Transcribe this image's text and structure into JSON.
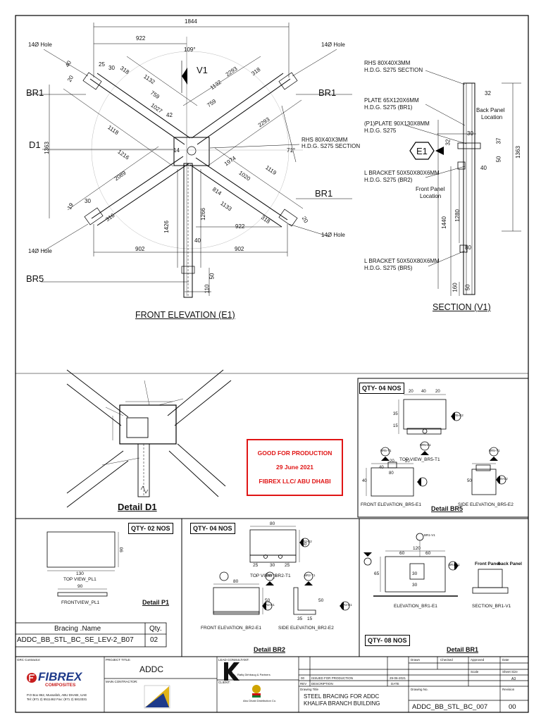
{
  "front_elevation": {
    "title": "FRONT ELEVATION (E1)",
    "view_marker": "V1",
    "labels": {
      "br1_a": "BR1",
      "br1_b": "BR1",
      "br1_c": "BR1",
      "br5": "BR5",
      "d1": "D1"
    },
    "holes": [
      "14Ø Hole",
      "14Ø Hole",
      "14Ø Hole",
      "14Ø Hole"
    ],
    "rhs_note": [
      "RHS 80X40X3MM",
      "H.D.G. S275 SECTION"
    ],
    "dims": [
      "1844",
      "922",
      "109°",
      "1132",
      "1132",
      "2293",
      "759",
      "759",
      "1027",
      "42",
      "318",
      "318",
      "25",
      "30",
      "40",
      "20",
      "1118",
      "1216",
      "1363",
      "14",
      "1974",
      "2293",
      "71°",
      "1020",
      "1119",
      "2089",
      "814",
      "1133",
      "316",
      "318",
      "19",
      "20",
      "30",
      "922",
      "1426",
      "1266",
      "40",
      "902",
      "902",
      "50",
      "110"
    ]
  },
  "section": {
    "title": "SECTION (V1)",
    "marker": "E1",
    "notes": [
      [
        "RHS 80X40X3MM",
        "H.D.G. S275 SECTION"
      ],
      [
        "PLATE 65X120X6MM",
        "H.D.G. S275 (BR1)"
      ],
      [
        "(P1)PLATE 90X130X8MM",
        "H.D.G. S275"
      ],
      [
        "L BRACKET 50X50X80X6MM",
        "H.D.G. S275 (BR2)"
      ],
      [
        "L BRACKET 50X50X80X6MM",
        "H.D.G. S275 (BR5)"
      ]
    ],
    "back_panel": [
      "Back Panel",
      "Location"
    ],
    "front_panel": [
      "Front Panel",
      "Location"
    ],
    "dims": [
      "32",
      "30",
      "32",
      "37",
      "50",
      "40",
      "1363",
      "1440",
      "1280",
      "80",
      "160",
      "50"
    ]
  },
  "detail_d1": {
    "title": "Detail D1"
  },
  "stamp": {
    "line1": "GOOD FOR PRODUCTION",
    "line2": "29 June 2021",
    "line3": "FIBREX LLC/ ABU DHABI"
  },
  "detail_br5": {
    "qty": "QTY- 04 NOS",
    "title": "Detail BR5",
    "views": [
      "TOP VIEW_BR5-T1",
      "FRONT ELEVATION_BR5-E1",
      "SIDE ELEVATION_BR5-E2"
    ],
    "markers": [
      "BR5-T1",
      "BR5-E1",
      "BR5-E2",
      "BR5-E2",
      "BR5-T1"
    ],
    "dims": [
      "20",
      "40",
      "20",
      "35",
      "15",
      "40",
      "25",
      "10",
      "40",
      "20",
      "80",
      "20",
      "40",
      "50"
    ]
  },
  "detail_p1": {
    "qty": "QTY- 02 NOS",
    "title": "Detail P1",
    "views": [
      "TOP VIEW_PL1",
      "FRONTVIEW_PL1"
    ],
    "dims": [
      "130",
      "90",
      "90"
    ]
  },
  "detail_br2": {
    "qty": "QTY- 04 NOS",
    "title": "Detail BR2",
    "views": [
      "TOP VIEW_BR2-T1",
      "FRONT ELEVATION_BR2-E1",
      "SIDE ELEVATION_BR2-E2"
    ],
    "markers": [
      "BR2-E2",
      "BR2-T1",
      "BR2-E1",
      "BR2-T1",
      "BR2-E1"
    ],
    "dims": [
      "80",
      "50",
      "25",
      "30",
      "25",
      "30",
      "80",
      "50",
      "35",
      "15",
      "50"
    ]
  },
  "detail_br1": {
    "qty": "QTY- 08 NOS",
    "title": "Detail BR1",
    "views": [
      "ELEVATION_BR1-E1",
      "SECTION_BR1-V1"
    ],
    "markers": [
      "BR1-V1",
      "BR1-E1"
    ],
    "panel_labels": [
      "Front Panel",
      "back Panel"
    ],
    "dims": [
      "120",
      "60",
      "60",
      "65",
      "30",
      "30"
    ]
  },
  "bracing_table": {
    "headers": [
      "Bracing .Name",
      "Qty."
    ],
    "rows": [
      [
        "ADDC_BB_STL_BC_SE_LEV-2_B07",
        "02"
      ]
    ]
  },
  "title_block": {
    "project_title_label": "PROJECT TITLE:",
    "project": "ADDC",
    "main_contractor_label": "MAIN CONTRACTOR:",
    "client_label": "CLIENT:",
    "lead_consultant_label": "LEAD CONSULTANT:",
    "grc_contractor_label": "GRC Contractor:",
    "company": "FIBREX",
    "company_sub": "COMPOSITES",
    "address": [
      "P.O Box 862, Mussafah, ABU DHABI, UAE",
      "Tel: (971 2) 5511462     Fax: (971 2) 5813331"
    ],
    "consultant_name": "Rafiq Dirhbaug & Partners",
    "client_name": "Abu Dhabi Distribution Co.",
    "revisions": [
      [
        "00",
        "ISSUED FOR PRODUCTION",
        "29-06-2021"
      ]
    ],
    "rev_headers": [
      "REV",
      "DESCRIPTION",
      "DATE"
    ],
    "fields": [
      "Drawn",
      "Checked",
      "Approved",
      "Date",
      "Scale",
      "Sheet Size",
      "A3",
      "Drawing No.",
      "Revision"
    ],
    "drawing_title_label": "Drawing Title",
    "drawing_title": [
      "STEEL BRACING FOR ADDC",
      "KHALIFA BRANCH BUILDING"
    ],
    "drawing_no": "ADDC_BB_STL_BC_007",
    "revision": "00"
  }
}
